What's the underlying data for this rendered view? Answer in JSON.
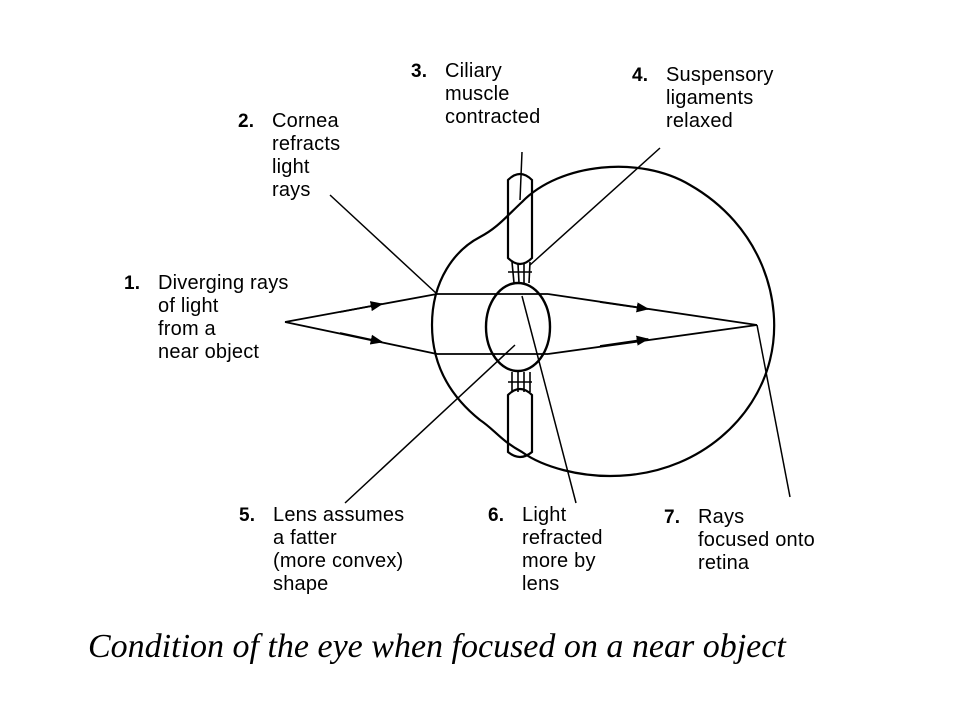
{
  "labels": [
    {
      "id": "1",
      "number": "1.",
      "lines": [
        "Diverging rays",
        "of light",
        "from a",
        "near object"
      ]
    },
    {
      "id": "2",
      "number": "2.",
      "lines": [
        "Cornea",
        "refracts",
        "light",
        "rays"
      ]
    },
    {
      "id": "3",
      "number": "3.",
      "lines": [
        "Ciliary",
        "muscle",
        "contracted"
      ]
    },
    {
      "id": "4",
      "number": "4.",
      "lines": [
        "Suspensory",
        "ligaments",
        "relaxed"
      ]
    },
    {
      "id": "5",
      "number": "5.",
      "lines": [
        "Lens assumes",
        "a fatter",
        "(more convex)",
        "shape"
      ]
    },
    {
      "id": "6",
      "number": "6.",
      "lines": [
        "Light",
        "refracted",
        "more by",
        "lens"
      ]
    },
    {
      "id": "7",
      "number": "7.",
      "lines": [
        "Rays",
        "focused onto",
        "retina"
      ]
    }
  ],
  "caption": "Condition of the eye when focused  on a near object"
}
